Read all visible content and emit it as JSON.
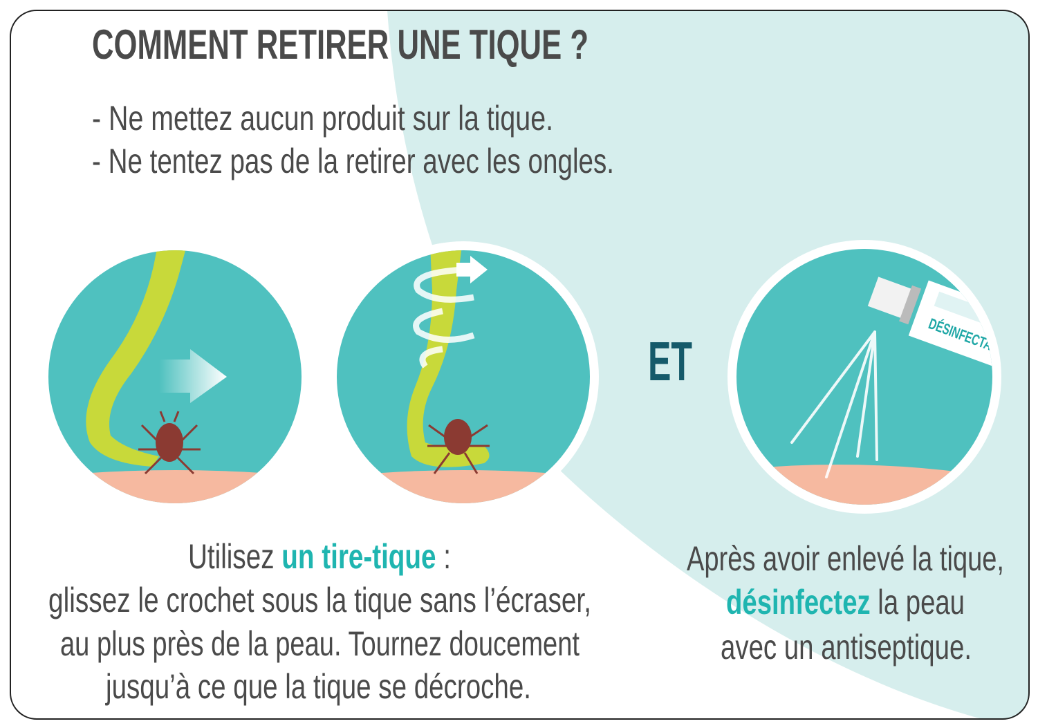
{
  "title": "COMMENT RETIRER UNE TIQUE ?",
  "warnings": [
    "- Ne mettez aucun produit sur la tique.",
    "- Ne tentez pas de la retirer avec les ongles."
  ],
  "connector": "ET",
  "bottle_label": "DÉSINFECTAI",
  "step1": {
    "intro_before": "Utilisez ",
    "intro_highlight": "un tire-tique",
    "intro_after": " :",
    "lines": [
      "glissez le crochet sous la tique sans l’écraser,",
      "au plus près de la peau. Tournez doucement",
      "jusqu’à ce que la tique se décroche."
    ]
  },
  "step2": {
    "line1": "Après avoir enlevé la tique,",
    "line2_highlight": "désinfectez",
    "line2_rest": " la peau",
    "line3": "avec un antiseptique."
  },
  "colors": {
    "teal": "#4fc1bf",
    "light_teal": "#d6eeed",
    "skin": "#f6b9a0",
    "tool": "#c8d93a",
    "tick": "#8b3a32",
    "highlight": "#1fb5b0",
    "dark_teal": "#155a6a"
  }
}
